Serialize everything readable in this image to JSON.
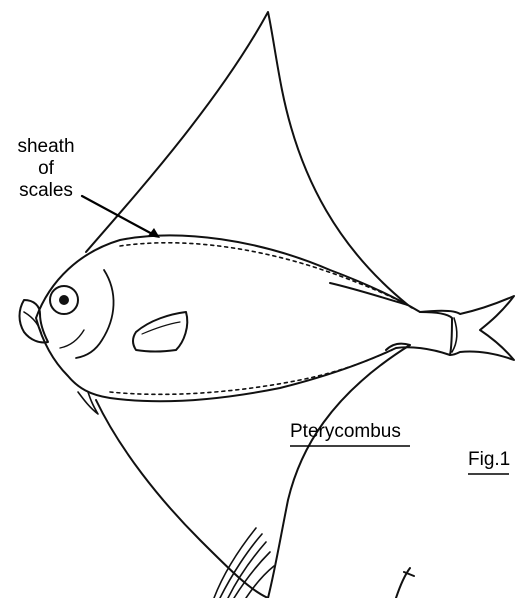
{
  "labels": {
    "sheath_line1": "sheath",
    "sheath_line2": "of",
    "sheath_line3": "scales",
    "genus_name": "Pterycombus",
    "figure_number": "Fig.1"
  }
}
